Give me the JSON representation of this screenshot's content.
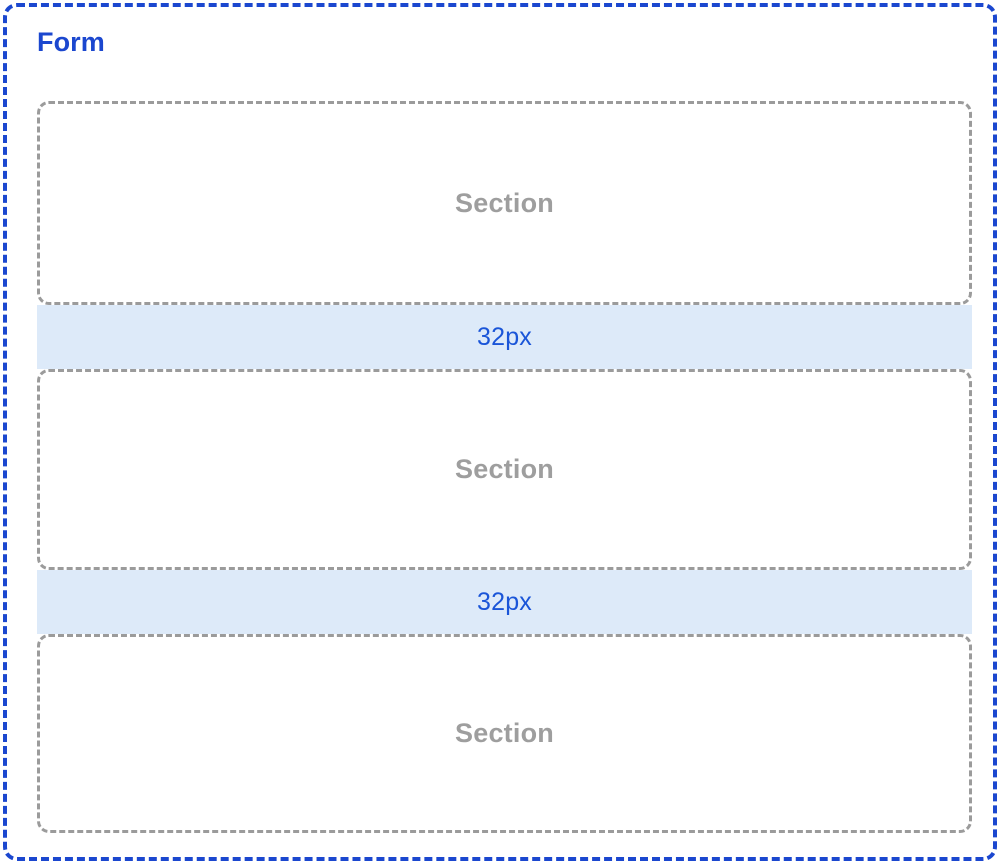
{
  "diagram": {
    "title": "Form",
    "title_color": "#1b47cf",
    "outer_border_color": "#1b47cf",
    "section_border_color": "#9b9b9b",
    "section_label_color": "#9e9e9e",
    "spacer_fill_color": "#ddeaf9",
    "spacer_label_color": "#1a55d8",
    "background_color": "#ffffff"
  },
  "sections": [
    {
      "label": "Section"
    },
    {
      "label": "Section"
    },
    {
      "label": "Section"
    }
  ],
  "spacers": [
    {
      "label": "32px"
    },
    {
      "label": "32px"
    }
  ]
}
